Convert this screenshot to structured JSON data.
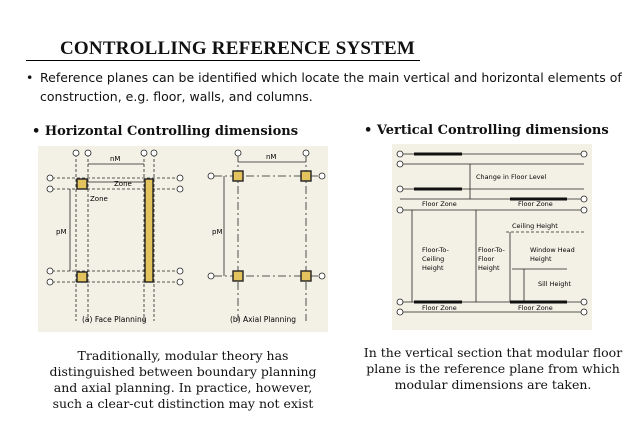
{
  "slide": {
    "title": "CONTROLLING REFERENCE SYSTEM",
    "bullet_symbol": "•",
    "bullet_text": "Reference planes can be identified which locate the main vertical and horizontal elements of construction, e.g. floor, walls, and columns."
  },
  "left": {
    "heading": "• Horizontal Controlling dimensions",
    "figure": {
      "label_nM_a": "nM",
      "label_nM_b": "nM",
      "label_zone_top": "Zone",
      "label_zone_side": "Zone",
      "label_pM_a": "pM",
      "label_pM_b": "pM",
      "caption_a": "(a) Face Planning",
      "caption_b": "(b) Axial Planning"
    },
    "caption": "Traditionally, modular theory has distinguished between boundary planning and axial planning. In practice, however, such a clear-cut distinction may not exist"
  },
  "right": {
    "heading": "• Vertical Controlling dimensions",
    "figure": {
      "change_floor": "Change in Floor Level",
      "floor_zone_1": "Floor Zone",
      "floor_zone_2": "Floor Zone",
      "floor_zone_3": "Floor Zone",
      "floor_zone_4": "Floor Zone",
      "ceiling_height": "Ceiling Height",
      "f2c_line1": "Floor-To-",
      "f2c_line2": "Ceiling",
      "f2c_line3": "Height",
      "f2f_line1": "Floor-To-",
      "f2f_line2": "Floor",
      "f2f_line3": "Height",
      "window_line1": "Window Head",
      "window_line2": "Height",
      "sill_height": "Sill Height"
    },
    "caption": "In the vertical section that modular floor plane is the reference plane from which modular dimensions are taken."
  },
  "colors": {
    "panel_bg": "#f3f1e6",
    "column_fill": "#e3c35d",
    "line": "#222222"
  }
}
